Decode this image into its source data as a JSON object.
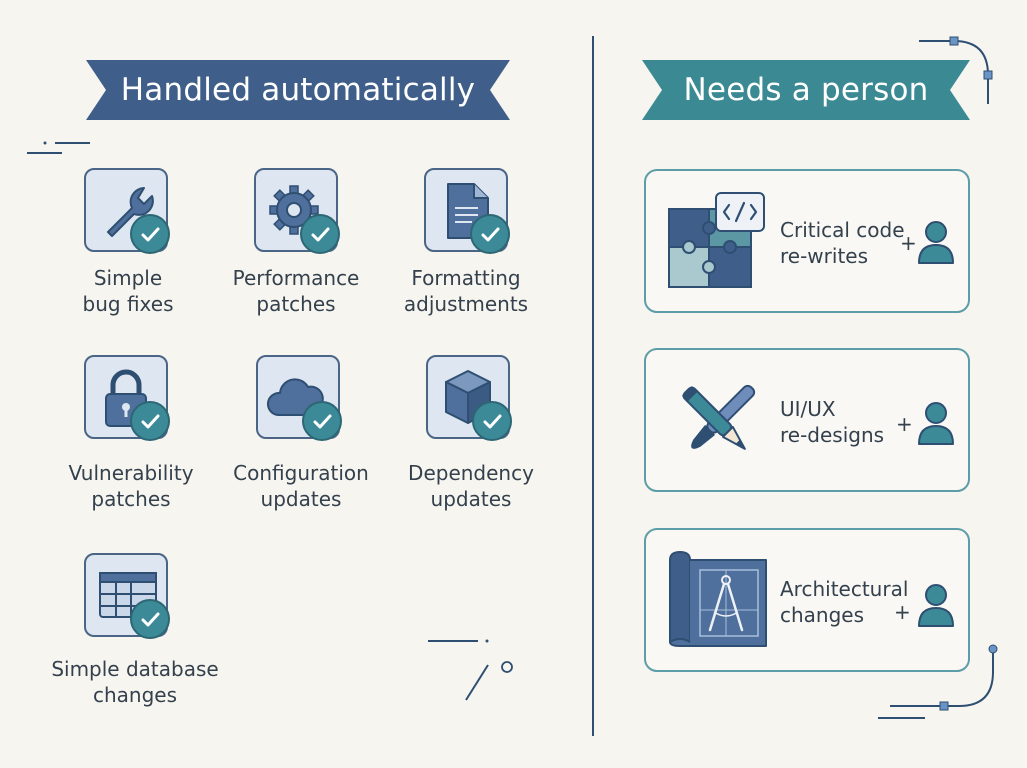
{
  "left": {
    "title": "Handled automatically",
    "items": [
      {
        "line1": "Simple",
        "line2": "bug fixes",
        "icon": "wrench-icon"
      },
      {
        "line1": "Performance",
        "line2": "patches",
        "icon": "gear-icon"
      },
      {
        "line1": "Formatting",
        "line2": "adjustments",
        "icon": "document-icon"
      },
      {
        "line1": "Vulnerability",
        "line2": "patches",
        "icon": "padlock-icon"
      },
      {
        "line1": "Configuration",
        "line2": "updates",
        "icon": "cloud-icon"
      },
      {
        "line1": "Dependency",
        "line2": "updates",
        "icon": "cube-icon"
      },
      {
        "line1": "Simple database",
        "line2": "changes",
        "icon": "table-icon"
      }
    ]
  },
  "right": {
    "title": "Needs a person",
    "items": [
      {
        "line1": "Critical code",
        "line2": "re-writes",
        "plus": "+",
        "icon": "puzzle-code-icon"
      },
      {
        "line1": "UI/UX",
        "line2": "re-designs",
        "plus": "+",
        "icon": "pencil-brush-icon"
      },
      {
        "line1": "Architectural",
        "line2": "changes",
        "plus": "+",
        "icon": "blueprint-compass-icon"
      }
    ]
  },
  "colors": {
    "left_banner": "#3f5f8a",
    "right_banner": "#3b8a93",
    "check": "#3c8a98",
    "divider": "#2f4f72"
  }
}
